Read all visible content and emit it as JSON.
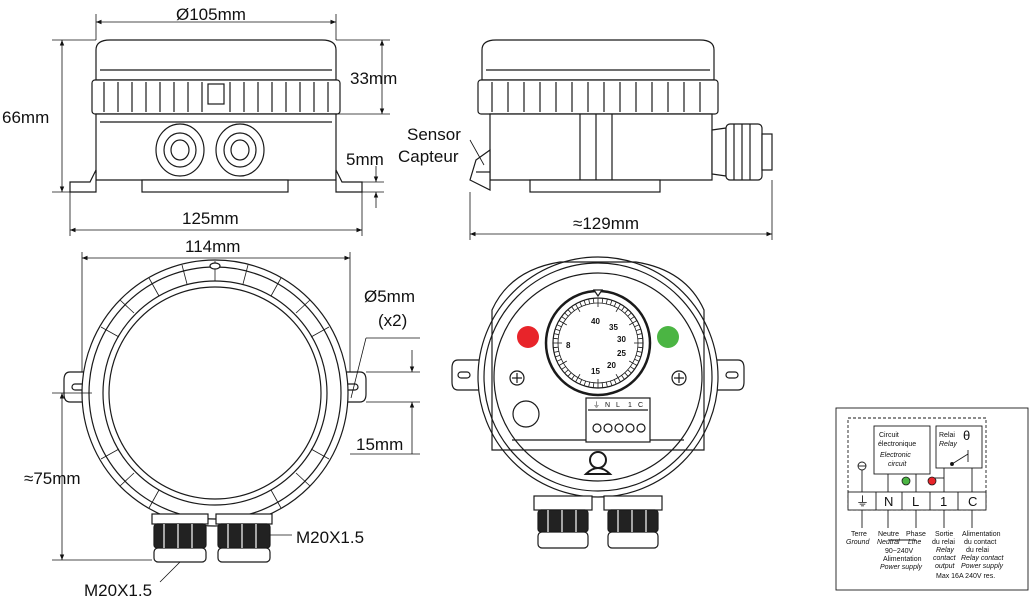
{
  "dimensions": {
    "diameter": "Ø105mm",
    "cover_height": "33mm",
    "total_height": "66mm",
    "base_thickness": "5mm",
    "base_width": "125mm",
    "side_length": "≈129mm",
    "body_width": "114mm",
    "hole_diameter": "Ø5mm",
    "hole_count": "(x2)",
    "tab_offset": "15mm",
    "center_height": "≈75mm",
    "gland_right": "M20X1.5",
    "gland_bottom": "M20X1.5"
  },
  "sensor": {
    "label_en": "Sensor",
    "label_fr": "Capteur"
  },
  "dial": {
    "ticks": [
      "40",
      "35",
      "30",
      "25",
      "20",
      "15",
      "8"
    ]
  },
  "terminal_strip_labels": [
    "⏚",
    "N",
    "L",
    "1",
    "C"
  ],
  "wiring": {
    "circuit_title_fr": "Circuit",
    "circuit_title_fr2": "électronique",
    "circuit_title_en": "Electronic",
    "circuit_title_en2": "circuit",
    "relay_fr": "Relai",
    "relay_en": "Relay",
    "theta": "θ",
    "terminals": [
      "⏚",
      "N",
      "L",
      "1",
      "C"
    ],
    "desc_ground_fr": "Terre",
    "desc_ground_en": "Ground",
    "desc_neutral_fr": "Neutre",
    "desc_neutral_en": "Neutral",
    "desc_phase_fr": "Phase",
    "desc_phase_en": "Line",
    "desc_relay_out_fr1": "Sortie",
    "desc_relay_out_fr2": "du relai",
    "desc_relay_out_en1": "Relay",
    "desc_relay_out_en2": "contact",
    "desc_relay_out_en3": "output",
    "desc_relay_sup_fr1": "Alimentation",
    "desc_relay_sup_fr2": "du contact",
    "desc_relay_sup_fr3": "du relai",
    "desc_relay_sup_en1": "Relay contact",
    "desc_relay_sup_en2": "Power supply",
    "voltage": "90~240V",
    "supply_fr": "Alimentation",
    "supply_en": "Power supply",
    "max_rating": "Max 16A 240V res."
  },
  "colors": {
    "led_red": "#e8242a",
    "led_green": "#4bb543",
    "line": "#1a1a1a"
  }
}
